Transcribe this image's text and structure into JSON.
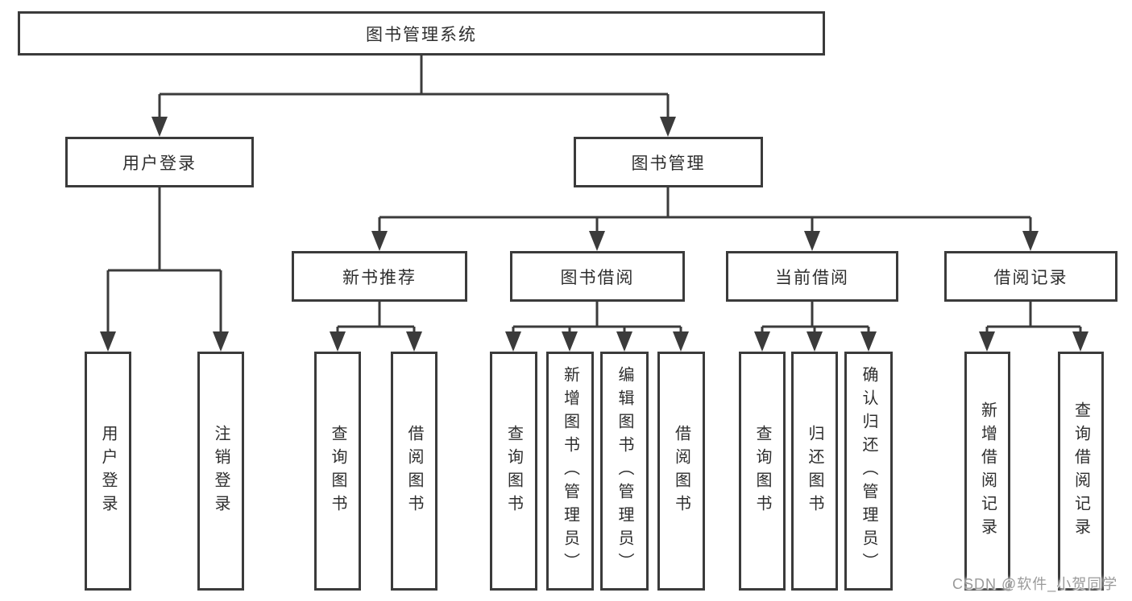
{
  "diagram": {
    "title": "图书管理系统",
    "structure_note": "functional decomposition tree of a library management system"
  },
  "nodes": {
    "root": {
      "label": "图书管理系统"
    },
    "user_login": {
      "label": "用户登录"
    },
    "book_mgmt": {
      "label": "图书管理"
    },
    "leaf_user_login": {
      "label": "用户登录"
    },
    "leaf_logout": {
      "label": "注销登录"
    },
    "new_book_rec": {
      "label": "新书推荐"
    },
    "book_borrow": {
      "label": "图书借阅"
    },
    "current_borrow": {
      "label": "当前借阅"
    },
    "borrow_record": {
      "label": "借阅记录"
    },
    "nb_query_book": {
      "label": "查询图书"
    },
    "nb_borrow_book": {
      "label": "借阅图书"
    },
    "bb_query_book": {
      "label": "查询图书"
    },
    "bb_add_book": {
      "label": "新增图书（管理员）"
    },
    "bb_edit_book": {
      "label": "编辑图书（管理员）"
    },
    "bb_borrow_book": {
      "label": "借阅图书"
    },
    "cb_query_book": {
      "label": "查询图书"
    },
    "cb_return_book": {
      "label": "归还图书"
    },
    "cb_confirm_return": {
      "label": "确认归还（管理员）"
    },
    "br_add_record": {
      "label": "新增借阅记录"
    },
    "br_query_record": {
      "label": "查询借阅记录"
    }
  },
  "watermark": {
    "text": "CSDN @软件_小贺同学"
  },
  "colors": {
    "line": "#3b3b3b",
    "box_border": "#3b3b3b",
    "text": "#2e2e2e",
    "watermark": "#9a9a9a",
    "background": "#ffffff"
  }
}
